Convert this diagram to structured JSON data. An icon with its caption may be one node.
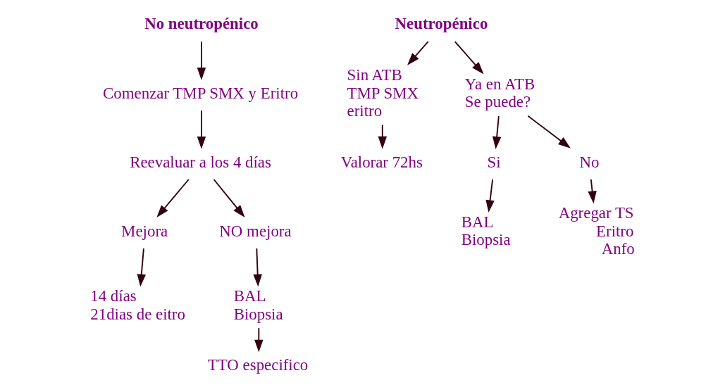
{
  "diagram": {
    "nodes": [
      {
        "text": [
          "No neutropénico"
        ]
      },
      {
        "text": [
          "Comenzar TMP SMX y Eritro"
        ]
      },
      {
        "text": [
          "Reevaluar a los 4 días"
        ]
      },
      {
        "text": [
          "Mejora"
        ]
      },
      {
        "text": [
          "NO mejora"
        ]
      },
      {
        "text": [
          "14 días",
          "21dias de eitro"
        ]
      },
      {
        "text": [
          "BAL",
          "Biopsia"
        ]
      },
      {
        "text": [
          "TTO especifico"
        ]
      },
      {
        "text": [
          "Neutropénico"
        ]
      },
      {
        "text": [
          "Sin ATB",
          "TMP SMX",
          "eritro"
        ]
      },
      {
        "text": [
          "Ya en ATB",
          "Se puede?"
        ]
      },
      {
        "text": [
          "Valorar 72hs"
        ]
      },
      {
        "text": [
          "Si"
        ]
      },
      {
        "text": [
          "No"
        ]
      },
      {
        "text": [
          "BAL",
          "Biopsia"
        ]
      },
      {
        "text": [
          "Agregar TS",
          "Eritro",
          "Anfo"
        ]
      }
    ],
    "edges": [
      {
        "from": 0,
        "to": 1,
        "arrow": "to"
      },
      {
        "from": 1,
        "to": 2,
        "arrow": "to"
      },
      {
        "from": 2,
        "to": 3,
        "arrow": "to"
      },
      {
        "from": 2,
        "to": 4,
        "arrow": "to"
      },
      {
        "from": 3,
        "to": 5,
        "arrow": "to"
      },
      {
        "from": 4,
        "to": 6,
        "arrow": "to"
      },
      {
        "from": 6,
        "to": 7,
        "arrow": "to"
      },
      {
        "from": 8,
        "to": 9,
        "arrow": "to"
      },
      {
        "from": 8,
        "to": 10,
        "arrow": "to"
      },
      {
        "from": 9,
        "to": 11,
        "arrow": "to"
      },
      {
        "from": 10,
        "to": 12,
        "arrow": "to"
      },
      {
        "from": 10,
        "to": 13,
        "arrow": "to"
      },
      {
        "from": 12,
        "to": 14,
        "arrow": "to"
      },
      {
        "from": 13,
        "to": 15,
        "arrow": "to"
      }
    ]
  }
}
